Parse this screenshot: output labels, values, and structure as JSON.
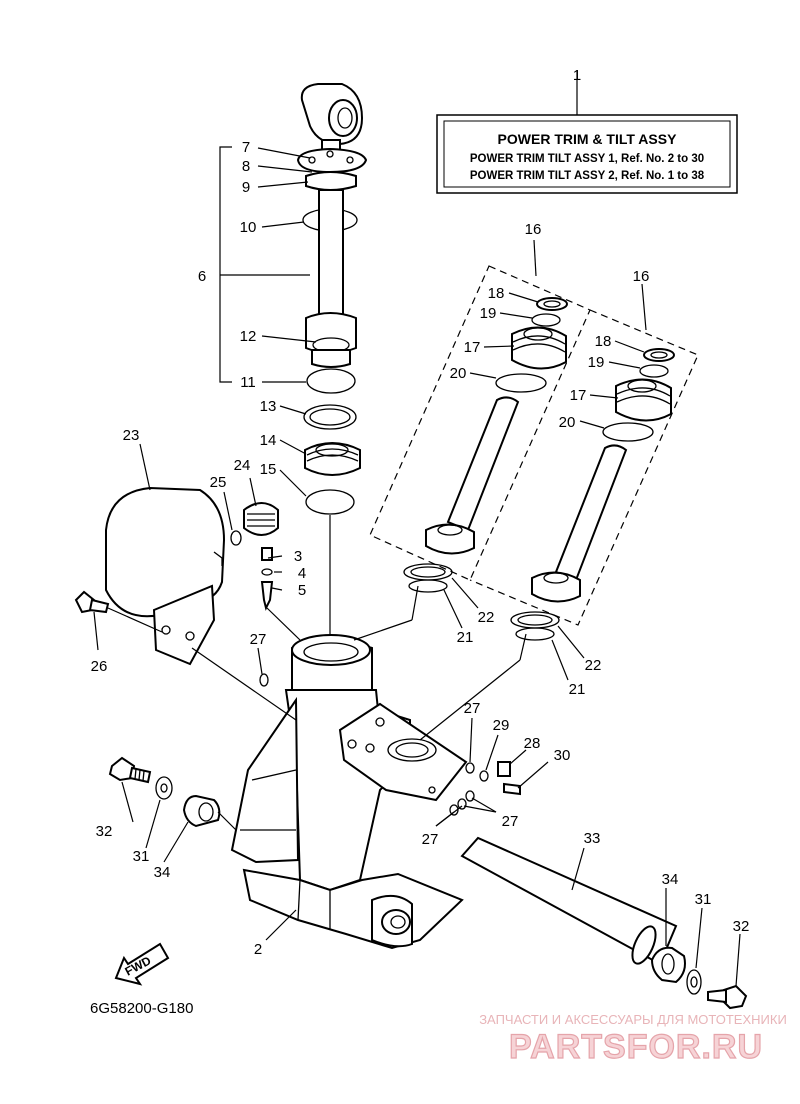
{
  "title_box": {
    "heading": "POWER TRIM & TILT ASSY",
    "line1": "POWER TRIM TILT ASSY 1,  Ref. No. 2 to 30",
    "line2": "POWER TRIM TILT ASSY 2,  Ref. No. 1 to 38"
  },
  "callouts": {
    "c1": "1",
    "c2": "2",
    "c3": "3",
    "c4": "4",
    "c5": "5",
    "c6": "6",
    "c7": "7",
    "c8": "8",
    "c9": "9",
    "c10": "10",
    "c11": "11",
    "c12": "12",
    "c13": "13",
    "c14": "14",
    "c15": "15",
    "c16a": "16",
    "c16b": "16",
    "c17a": "17",
    "c17b": "17",
    "c18a": "18",
    "c18b": "18",
    "c19a": "19",
    "c19b": "19",
    "c20a": "20",
    "c20b": "20",
    "c21a": "21",
    "c21b": "21",
    "c22a": "22",
    "c22b": "22",
    "c23": "23",
    "c24": "24",
    "c25": "25",
    "c26": "26",
    "c27a": "27",
    "c27b": "27",
    "c27c": "27",
    "c27d": "27",
    "c28": "28",
    "c29": "29",
    "c30": "30",
    "c31a": "31",
    "c31b": "31",
    "c32a": "32",
    "c32b": "32",
    "c33": "33",
    "c34a": "34",
    "c34b": "34"
  },
  "fwd_label": "FWD",
  "diagram_code": "6G58200-G180",
  "watermark": {
    "tagline": "ЗАПЧАСТИ И АКСЕССУАРЫ ДЛЯ МОТОТЕХНИКИ",
    "brand": "PARTSFOR.RU"
  },
  "colors": {
    "watermark": "#e5a4aa",
    "ink": "#000000"
  }
}
